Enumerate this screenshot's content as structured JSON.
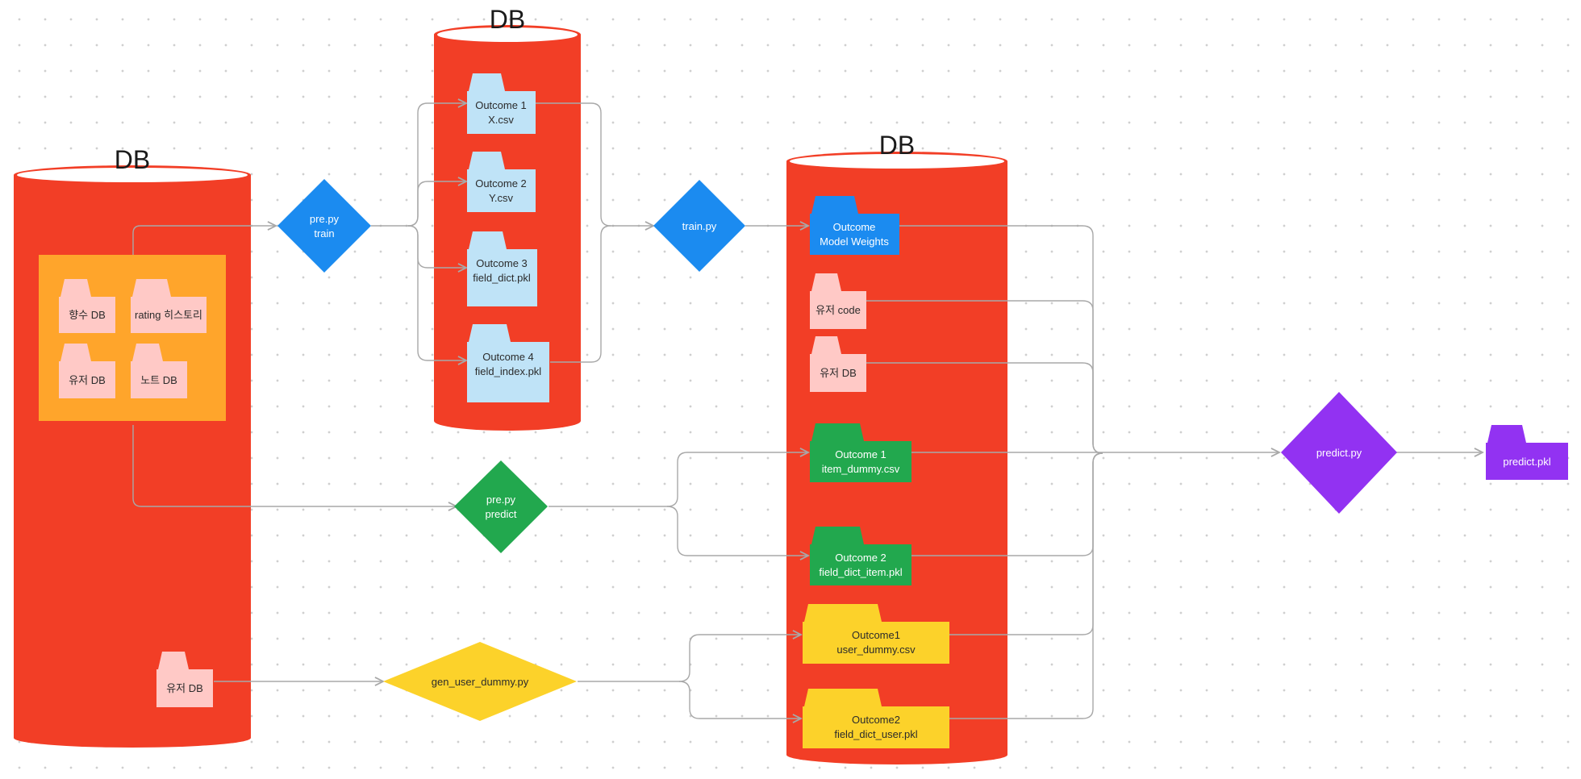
{
  "colors": {
    "db_red": "#f23e26",
    "db_top": "#ffffff",
    "group_orange": "#ffa52b",
    "folder_pink": "#ffc9c6",
    "folder_lightblue": "#bfe3f7",
    "folder_blue": "#1b8bf0",
    "folder_green": "#22a84e",
    "folder_yellow": "#fcd22a",
    "folder_purple": "#9232f2",
    "diamond_blue": "#1b8bf0",
    "diamond_green": "#22a84e",
    "diamond_yellow": "#fcd22a",
    "diamond_purple": "#9232f2",
    "edge": "#a8a8a8"
  },
  "databases": {
    "left_db": "DB",
    "middle_db": "DB",
    "right_db": "DB"
  },
  "source": {
    "hyangsu_db": "향수 DB",
    "rating_history": "rating 히스토리",
    "user_db": "유저 DB",
    "note_db": "노트 DB",
    "user_db_bottom": "유저 DB"
  },
  "processes": {
    "pre_train": [
      "pre.py",
      "train"
    ],
    "pre_predict": [
      "pre.py",
      "predict"
    ],
    "gen_user_dummy": "gen_user_dummy.py",
    "train": "train.py",
    "predict": "predict.py"
  },
  "train_outputs": {
    "o1": [
      "Outcome 1",
      "X.csv"
    ],
    "o2": [
      "Outcome 2",
      "Y.csv"
    ],
    "o3": [
      "Outcome 3",
      "field_dict.pkl"
    ],
    "o4": [
      "Outcome 4",
      "field_index.pkl"
    ]
  },
  "model_db": {
    "weights": [
      "Outcome",
      "Model Weights"
    ],
    "user_code": "유저 code",
    "user_db": "유저 DB",
    "item_dummy": [
      "Outcome 1",
      "item_dummy.csv"
    ],
    "field_dict_item": [
      "Outcome 2",
      "field_dict_item.pkl"
    ],
    "user_dummy": [
      "Outcome1",
      "user_dummy.csv"
    ],
    "field_dict_user": [
      "Outcome2",
      "field_dict_user.pkl"
    ]
  },
  "final_output": "predict.pkl"
}
